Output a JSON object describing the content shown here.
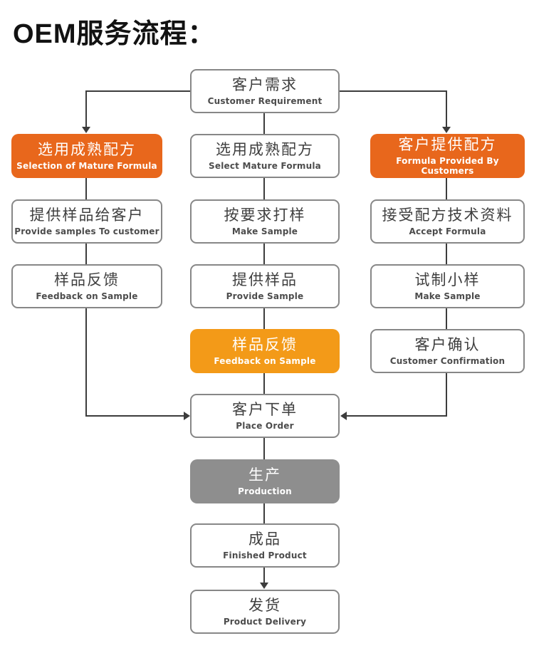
{
  "title": "OEM服务流程：",
  "colors": {
    "orange": "#E8671C",
    "amber": "#F39A18",
    "gray": "#8E8E8E",
    "box_border": "#878787",
    "line": "#3c3c3c"
  },
  "nodes": {
    "customer_requirement": {
      "zh": "客户需求",
      "en": "Customer Requirement"
    },
    "selection_mature_formula": {
      "zh": "选用成熟配方",
      "en": "Selection of Mature Formula"
    },
    "select_mature_formula": {
      "zh": "选用成熟配方",
      "en": "Select Mature Formula"
    },
    "formula_provided_by_customers": {
      "zh": "客户提供配方",
      "en": "Formula  Provided By Customers"
    },
    "provide_samples_to_customer": {
      "zh": "提供样品给客户",
      "en": "Provide samples To customer"
    },
    "make_sample_mid": {
      "zh": "按要求打样",
      "en": "Make Sample"
    },
    "accept_formula": {
      "zh": "接受配方技术资料",
      "en": "Accept Formula"
    },
    "feedback_on_sample_left": {
      "zh": "样品反馈",
      "en": "Feedback on Sample"
    },
    "provide_sample": {
      "zh": "提供样品",
      "en": "Provide Sample"
    },
    "make_sample_right": {
      "zh": "试制小样",
      "en": "Make Sample"
    },
    "feedback_on_sample_mid": {
      "zh": "样品反馈",
      "en": "Feedback on Sample"
    },
    "customer_confirmation": {
      "zh": "客户确认",
      "en": "Customer Confirmation"
    },
    "place_order": {
      "zh": "客户下单",
      "en": "Place Order"
    },
    "production": {
      "zh": "生产",
      "en": "Production"
    },
    "finished_product": {
      "zh": "成品",
      "en": "Finished Product"
    },
    "product_delivery": {
      "zh": "发货",
      "en": "Product Delivery"
    }
  }
}
